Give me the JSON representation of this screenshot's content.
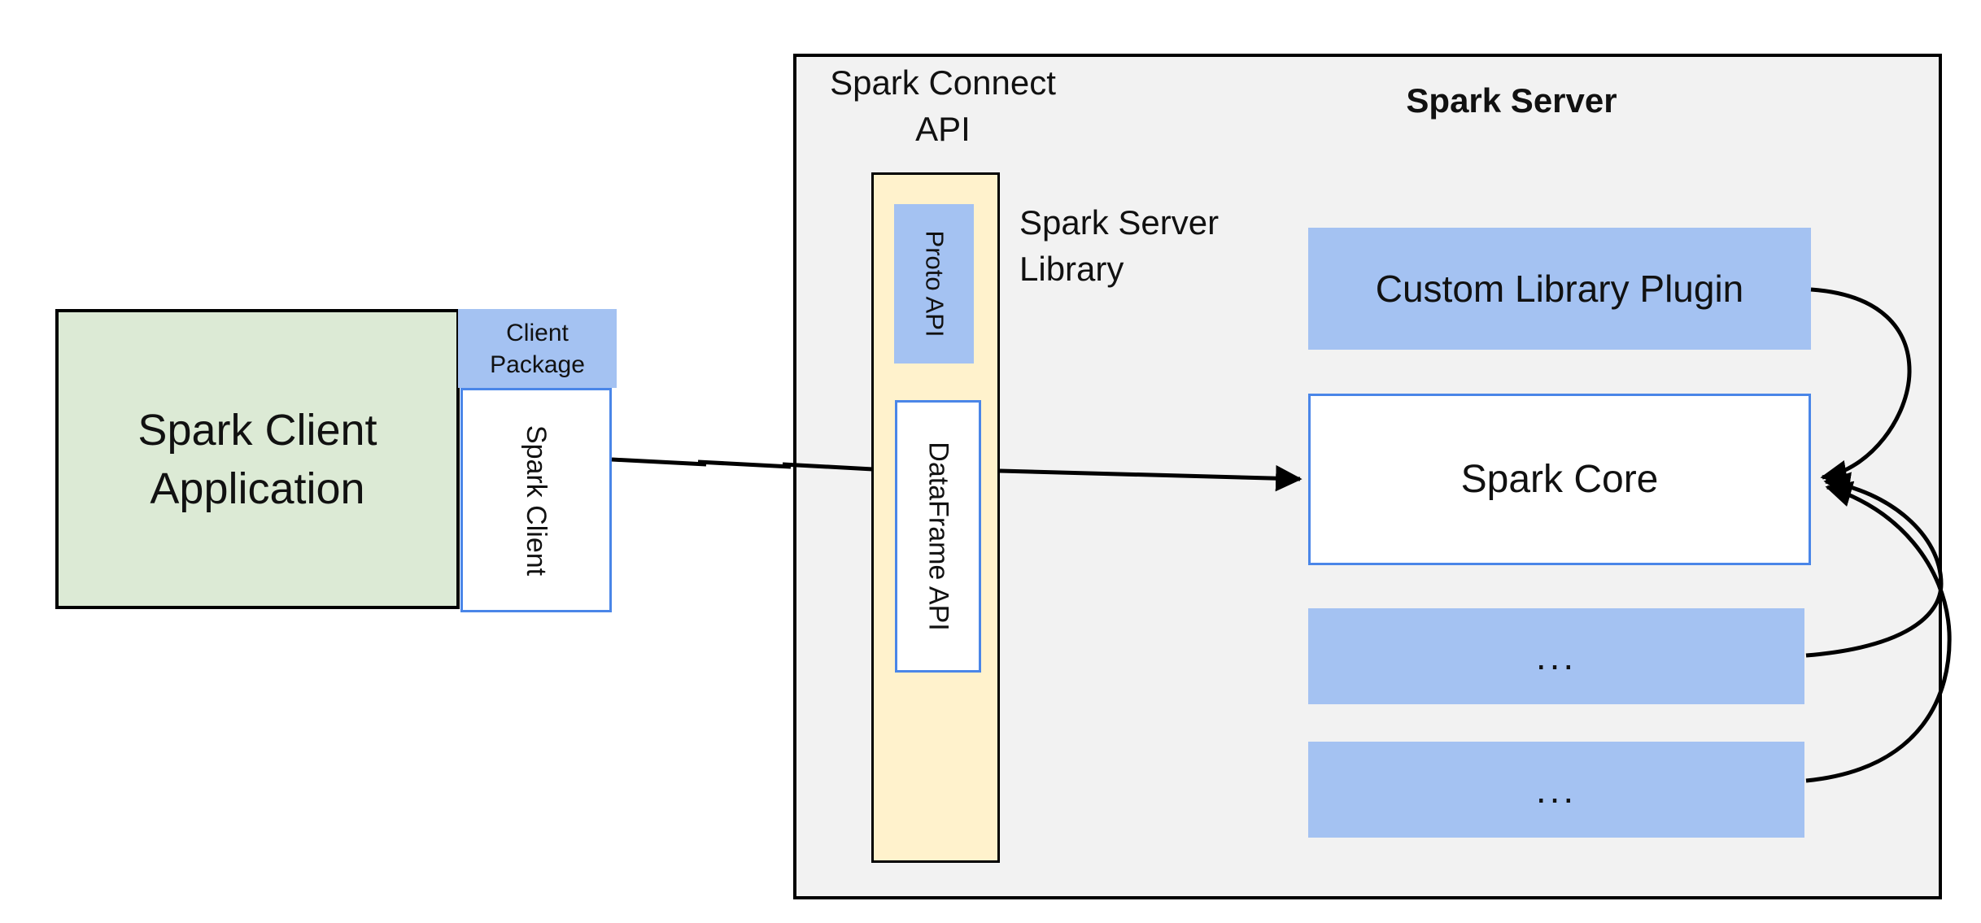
{
  "colors": {
    "panel": "#f2f2f2",
    "green": "#dcead5",
    "blue": "#a4c2f2",
    "blueBorder": "#4a86e8",
    "cream": "#fff2cc",
    "ink": "#000000"
  },
  "client_app": {
    "line1": "Spark Client",
    "line2": "Application"
  },
  "client_package": {
    "line1": "Client",
    "line2": "Package"
  },
  "spark_client": {
    "label": "Spark Client"
  },
  "connect_api": {
    "line1": "Spark Connect",
    "line2": "API"
  },
  "proto_api": {
    "label": "Proto API"
  },
  "dataframe_api": {
    "label": "DataFrame API"
  },
  "server_library": {
    "line1": "Spark Server",
    "line2": "Library"
  },
  "spark_server": {
    "title": "Spark Server"
  },
  "custom_plugin": {
    "label": "Custom Library Plugin"
  },
  "spark_core": {
    "label": "Spark Core"
  },
  "plugin_slot_1": {
    "label": "..."
  },
  "plugin_slot_2": {
    "label": "..."
  }
}
